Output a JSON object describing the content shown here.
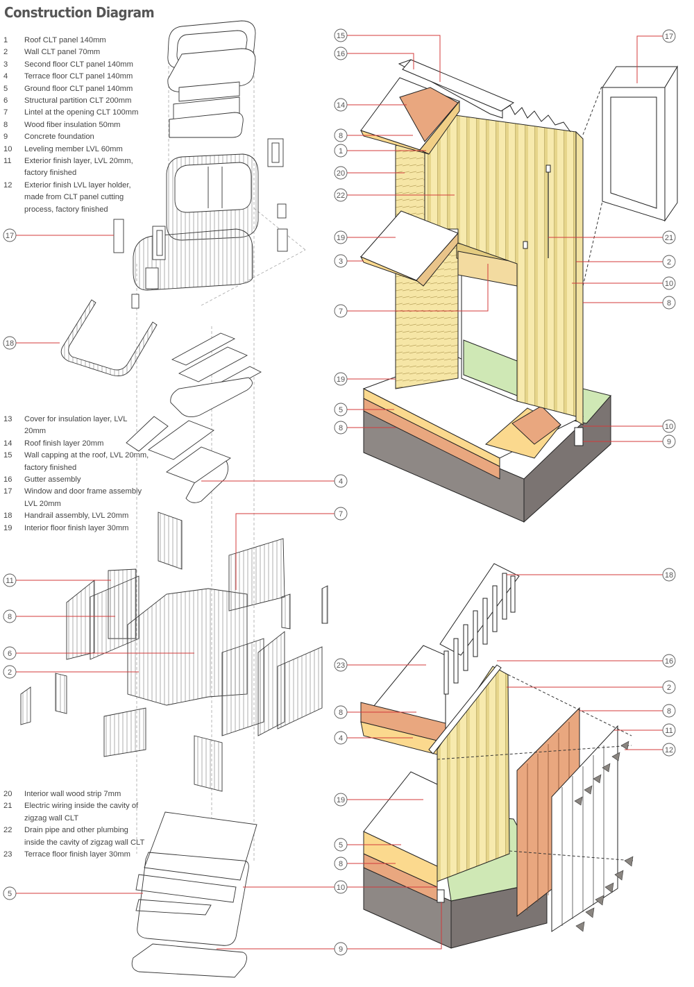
{
  "title": "Construction Diagram",
  "legend_groups": [
    [
      {
        "num": "1",
        "text": "Roof CLT panel 140mm"
      },
      {
        "num": "2",
        "text": "Wall CLT panel 70mm"
      },
      {
        "num": "3",
        "text": "Second floor CLT panel 140mm"
      },
      {
        "num": "4",
        "text": "Terrace floor CLT panel 140mm"
      },
      {
        "num": "5",
        "text": "Ground floor CLT panel 140mm"
      },
      {
        "num": "6",
        "text": "Structural partition CLT 200mm"
      },
      {
        "num": "7",
        "text": "Lintel at the opening CLT 100mm"
      },
      {
        "num": "8",
        "text": "Wood fiber insulation 50mm"
      },
      {
        "num": "9",
        "text": "Concrete foundation"
      },
      {
        "num": "10",
        "text": "Leveling member LVL 60mm"
      },
      {
        "num": "11",
        "text": "Exterior finish layer, LVL 20mm, factory finished"
      },
      {
        "num": "12",
        "text": "Exterior finish LVL layer holder, made from CLT panel cutting process, factory finished"
      }
    ],
    [
      {
        "num": "13",
        "text": "Cover for insulation layer, LVL 20mm"
      },
      {
        "num": "14",
        "text": "Roof finish layer 20mm"
      },
      {
        "num": "15",
        "text": "Wall capping at the roof, LVL 20mm, factory finished"
      },
      {
        "num": "16",
        "text": "Gutter assembly"
      },
      {
        "num": "17",
        "text": "Window and door frame assembly LVL 20mm"
      },
      {
        "num": "18",
        "text": "Handrail assembly, LVL 20mm"
      },
      {
        "num": "19",
        "text": "Interior floor finish layer 30mm"
      }
    ],
    [
      {
        "num": "20",
        "text": "Interior wall wood strip 7mm"
      },
      {
        "num": "21",
        "text": "Electric wiring inside the  cavity of zigzag wall CLT"
      },
      {
        "num": "22",
        "text": "Drain pipe and other plumbing inside the cavity of zigzag wall CLT"
      },
      {
        "num": "23",
        "text": "Terrace floor finish layer 30mm"
      }
    ]
  ],
  "callouts": [
    "15",
    "16",
    "17",
    "14",
    "8",
    "1",
    "20",
    "22",
    "19",
    "21",
    "3",
    "2",
    "10",
    "7",
    "8",
    "19",
    "5",
    "8",
    "10",
    "9",
    "17",
    "18",
    "4",
    "7",
    "11",
    "8",
    "6",
    "2",
    "18",
    "16",
    "23",
    "2",
    "8",
    "8",
    "11",
    "4",
    "12",
    "19",
    "5",
    "8",
    "10",
    "5",
    "9"
  ],
  "colors": {
    "leader": "#d33a3a",
    "clt_yellow": "#f6e6a6",
    "insulation_orange": "#e9a77f",
    "lvl_light": "#fbd98e",
    "concrete": "#8e8885",
    "grass": "#cfe8b5",
    "outline": "#222222"
  }
}
